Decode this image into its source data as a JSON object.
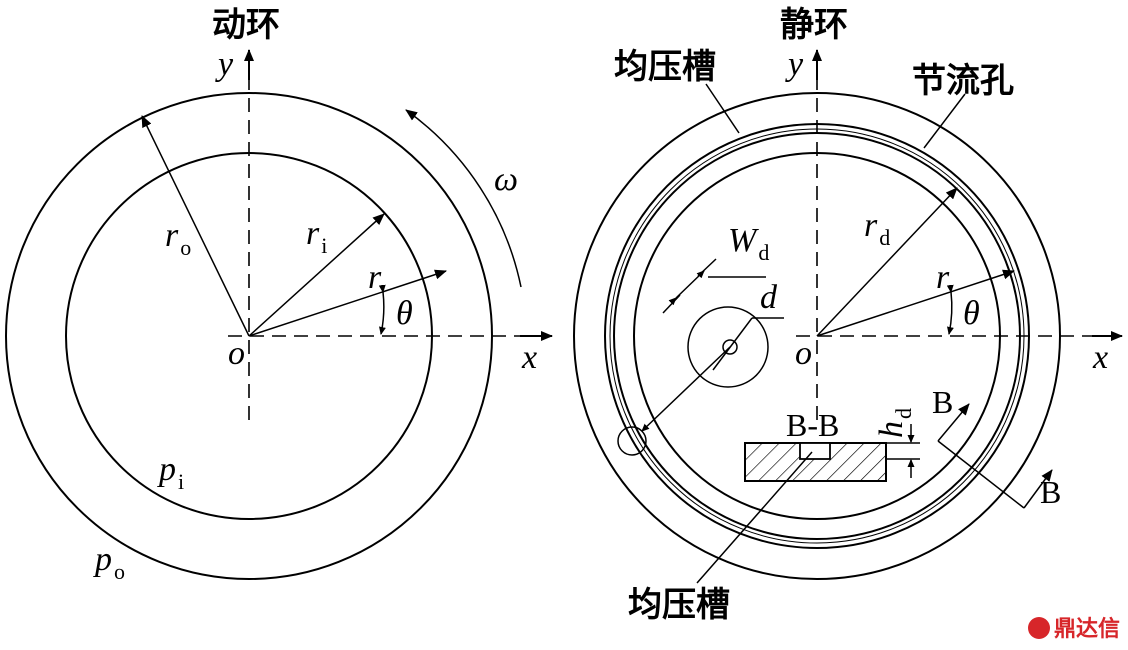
{
  "left": {
    "title": "动环",
    "axis_y": "y",
    "axis_x": "x",
    "origin": "o",
    "r_o": "r",
    "r_o_sub": "o",
    "r_i": "r",
    "r_i_sub": "i",
    "r": "r",
    "theta": "θ",
    "omega": "ω",
    "p_i": "p",
    "p_i_sub": "i",
    "p_o": "p",
    "p_o_sub": "o"
  },
  "right": {
    "title": "静环",
    "axis_y": "y",
    "axis_x": "x",
    "origin": "o",
    "groove_top": "均压槽",
    "orifice": "节流孔",
    "r_d": "r",
    "r_d_sub": "d",
    "r": "r",
    "theta": "θ",
    "W_d": "W",
    "W_d_sub": "d",
    "d": "d",
    "h_d": "h",
    "h_d_sub": "d",
    "section_title": "B-B",
    "b_top": "B",
    "b_bottom": "B",
    "groove_bottom": "均压槽"
  },
  "watermark": "鼎达信"
}
